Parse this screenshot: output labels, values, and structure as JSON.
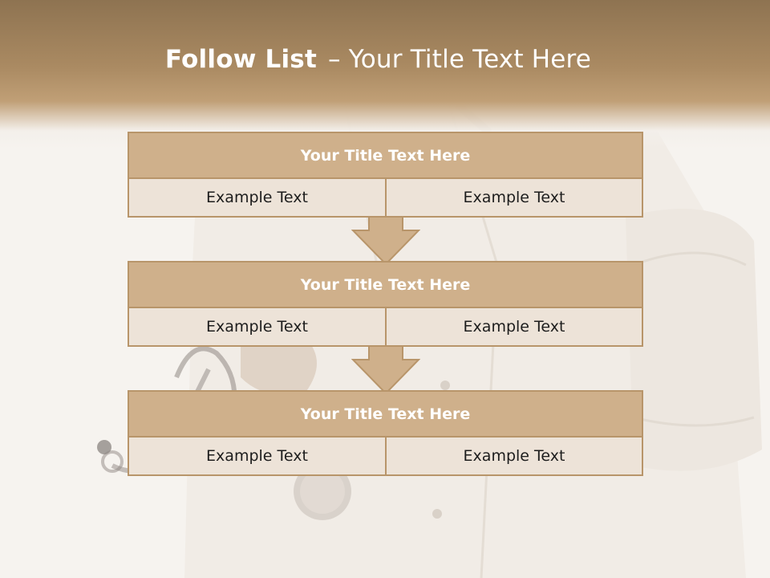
{
  "slide": {
    "title_bold": "Follow List",
    "title_dash": "–",
    "title_rest": "Your Title Text Here"
  },
  "steps": [
    {
      "title": "Your Title Text Here",
      "left": "Example Text",
      "right": "Example Text"
    },
    {
      "title": "Your Title Text Here",
      "left": "Example Text",
      "right": "Example Text"
    },
    {
      "title": "Your Title Text Here",
      "left": "Example Text",
      "right": "Example Text"
    }
  ],
  "colors": {
    "header": "#aa8a62",
    "box_title": "#cfb08b",
    "box_border": "#b8956a",
    "box_cell": "#ede3d8",
    "arrow_fill": "#cfb08b"
  },
  "icons": [
    "down-arrow-icon",
    "down-arrow-icon"
  ]
}
